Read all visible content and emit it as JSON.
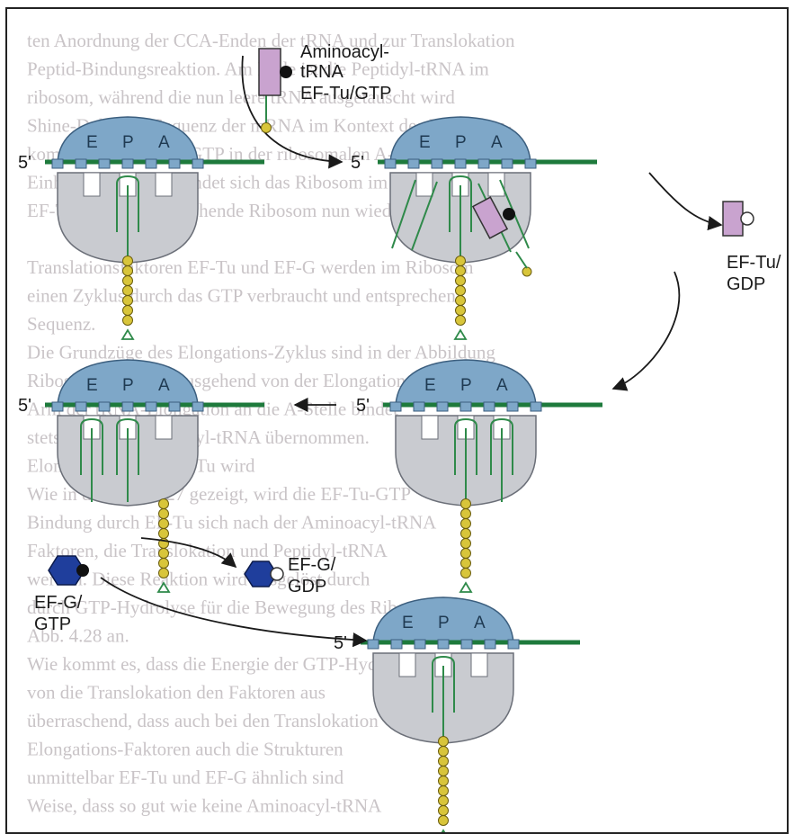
{
  "labels": {
    "aminoacyl_trna": [
      "Aminoacyl-",
      "tRNA"
    ],
    "ef_tu_gtp": "EF-Tu/GTP",
    "ef_tu_gdp": [
      "EF-Tu/",
      "GDP"
    ],
    "ef_g_gdp": [
      "EF-G/",
      "GDP"
    ],
    "ef_g_gtp": [
      "EF-G/",
      "GTP"
    ],
    "five_prime": "5'",
    "sites": [
      "E",
      "P",
      "A"
    ]
  },
  "background_text": [
    "ten Anordnung der CCA-Enden der tRNA und zur Translokation",
    "Peptid-Bindungsreaktion. Am Ende ist die Peptidyl-tRNA im",
    "ribosom, während die nun leere tRNA ausgetauscht wird",
    "Shine-Dalgarno-Sequenz der mRNA im Kontext des Initiations-",
    "komplex, EF-Tu und GTP in der ribosomalen A-Stelle",
    "Einheiten Wieder befindet sich das Ribosom im Rahmen",
    "EF-Tu-GTP, das entstehende Ribosom nun wieder A-Stelle",
    "",
    "Translationsfaktoren EF-Tu und EF-G werden im Ribosom",
    "einen Zyklus durch das GTP verbraucht und entsprechen",
    "Sequenz.",
    "Die Grundzüge des Elongations-Zyklus sind in der Abbildung",
    "Ribosomenstruktur ausgehend von der Elongation",
    "Arm der tRNA-Elongation an die A-Stelle bindet",
    "stets von der Aminoacyl-tRNA übernommen.",
    "Elongationsfaktor EF-Tu wird",
    "Wie in der Abb. 4.27 gezeigt, wird die EF-Tu-GTP",
    "Bindung durch EF-Tu sich nach der Aminoacyl-tRNA",
    "Faktoren, die Translokation und Peptidyl-tRNA",
    "werden. Diese Reaktion wird ausgelöst durch",
    "durch GTP-Hydrolyse für die Bewegung des Ribosoms",
    "Abb. 4.28 an.",
    "Wie kommt es, dass die Energie der GTP-Hydrolyse",
    "von die Translokation den Faktoren aus",
    "überraschend, dass auch bei den Translokation",
    "Elongations-Faktoren auch die Strukturen",
    "unmittelbar EF-Tu und EF-G ähnlich sind",
    "Weise, dass so gut wie keine Aminoacyl-tRNA"
  ]
}
